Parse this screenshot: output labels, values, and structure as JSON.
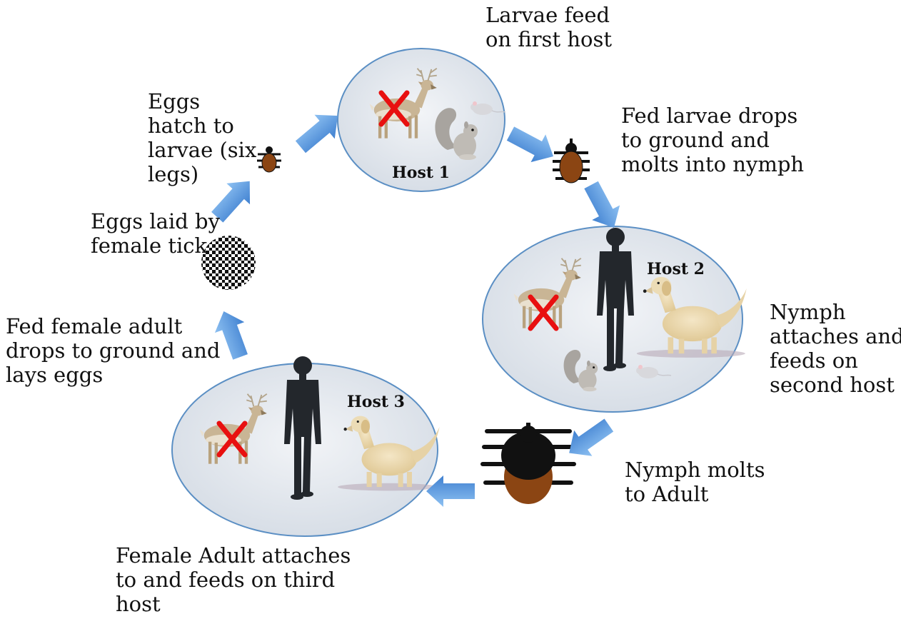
{
  "hosts": {
    "host1": "Host 1",
    "host2": "Host 2",
    "host3": "Host 3"
  },
  "labels": {
    "larvae_feed": [
      "Larvae feed",
      "on first host"
    ],
    "eggs_hatch": [
      "Eggs",
      "hatch to",
      "larvae (six",
      "legs)"
    ],
    "fed_larvae": [
      "Fed larvae drops",
      "to ground and",
      "molts into nymph"
    ],
    "eggs_laid": [
      "Eggs laid by",
      "female tick"
    ],
    "nymph_attaches": [
      "Nymph",
      "attaches and",
      "feeds on",
      "second host"
    ],
    "fed_female": [
      "Fed female adult",
      "drops to ground and",
      "lays eggs"
    ],
    "nymph_molts": [
      "Nymph molts",
      "to Adult"
    ],
    "female_adult": [
      "Female Adult attaches",
      "to and feeds on third",
      "host"
    ]
  },
  "colors": {
    "ellipse_fill": "#dde3ea",
    "ellipse_stroke": "#5b8fc4",
    "arrow": "#5a97dc",
    "tick_body": "#8b4513",
    "tick_head": "#111111",
    "cross": "#e81010"
  }
}
